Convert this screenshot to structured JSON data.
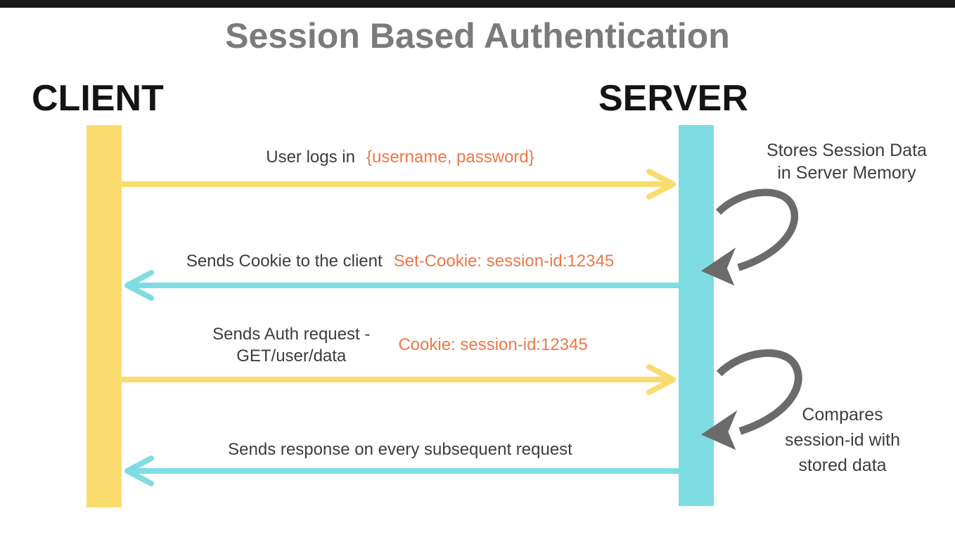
{
  "title": "Session Based Authentication",
  "actors": {
    "client": "CLIENT",
    "server": "SERVER"
  },
  "messages": [
    {
      "label": "User logs in",
      "payload": "{username, password}",
      "direction": "right",
      "color": "#fadc6e"
    },
    {
      "label": "Sends Cookie to the client",
      "payload": "Set-Cookie: session-id:12345",
      "direction": "left",
      "color": "#7edde3"
    },
    {
      "label_line1": "Sends Auth request -",
      "label_line2": "GET/user/data",
      "payload": "Cookie: session-id:12345",
      "direction": "right",
      "color": "#fadc6e"
    },
    {
      "label": "Sends response on every subsequent request",
      "payload": "",
      "direction": "left",
      "color": "#7edde3"
    }
  ],
  "annotations": {
    "store": {
      "line1": "Stores Session Data",
      "line2": "in Server Memory"
    },
    "compare": {
      "line1": "Compares",
      "line2": "session-id with",
      "line3": "stored data"
    }
  },
  "colors": {
    "client_bar": "#fadc6e",
    "server_bar": "#7edde3",
    "payload_text": "#ed7845",
    "label_text": "#3d3d3d",
    "title_text": "#7b7b7b",
    "actor_text": "#141414",
    "loop_arrow": "#6b6b6b",
    "top_strip": "#1a1a1a"
  }
}
